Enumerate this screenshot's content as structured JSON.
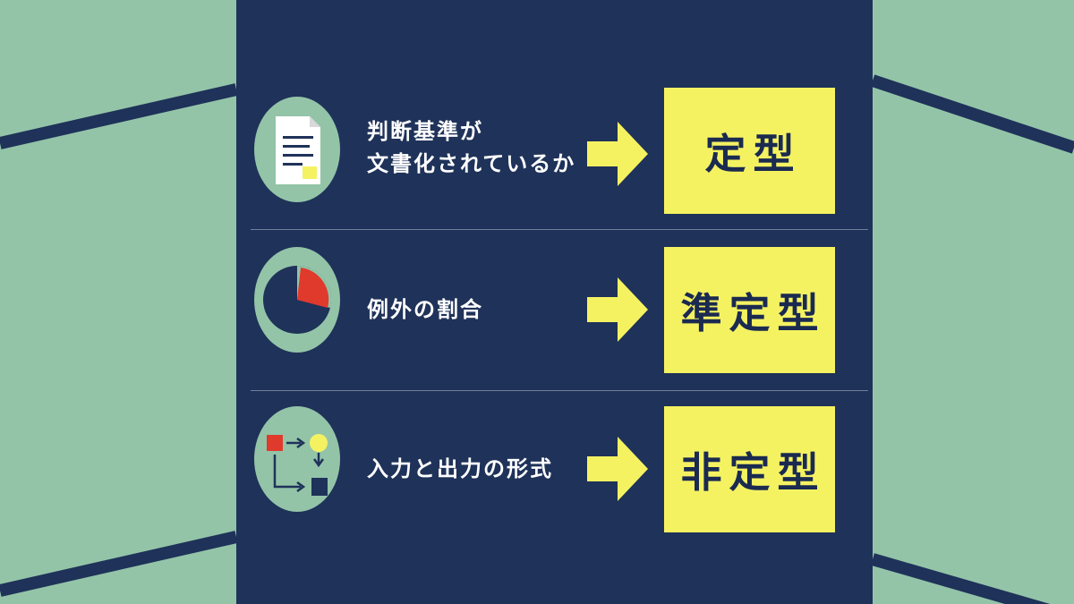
{
  "colors": {
    "background": "#93c4a8",
    "panel": "#1f3259",
    "highlight": "#f5f262",
    "accent_red": "#e03a2c",
    "accent_yellow": "#f5f262",
    "icon_circle": "#93c4a8",
    "divider": "#6f7e99",
    "box_text": "#1a2a50",
    "label_text": "#ffffff"
  },
  "rows": [
    {
      "icon": "document-icon",
      "label": "判断基準が\n文書化されているか",
      "arrow": "right-arrow-icon",
      "result": "定型"
    },
    {
      "icon": "pie-chart-icon",
      "label": "例外の割合",
      "arrow": "right-arrow-icon",
      "result": "準定型"
    },
    {
      "icon": "flow-diagram-icon",
      "label": "入力と出力の形式",
      "arrow": "right-arrow-icon",
      "result": "非定型"
    }
  ]
}
